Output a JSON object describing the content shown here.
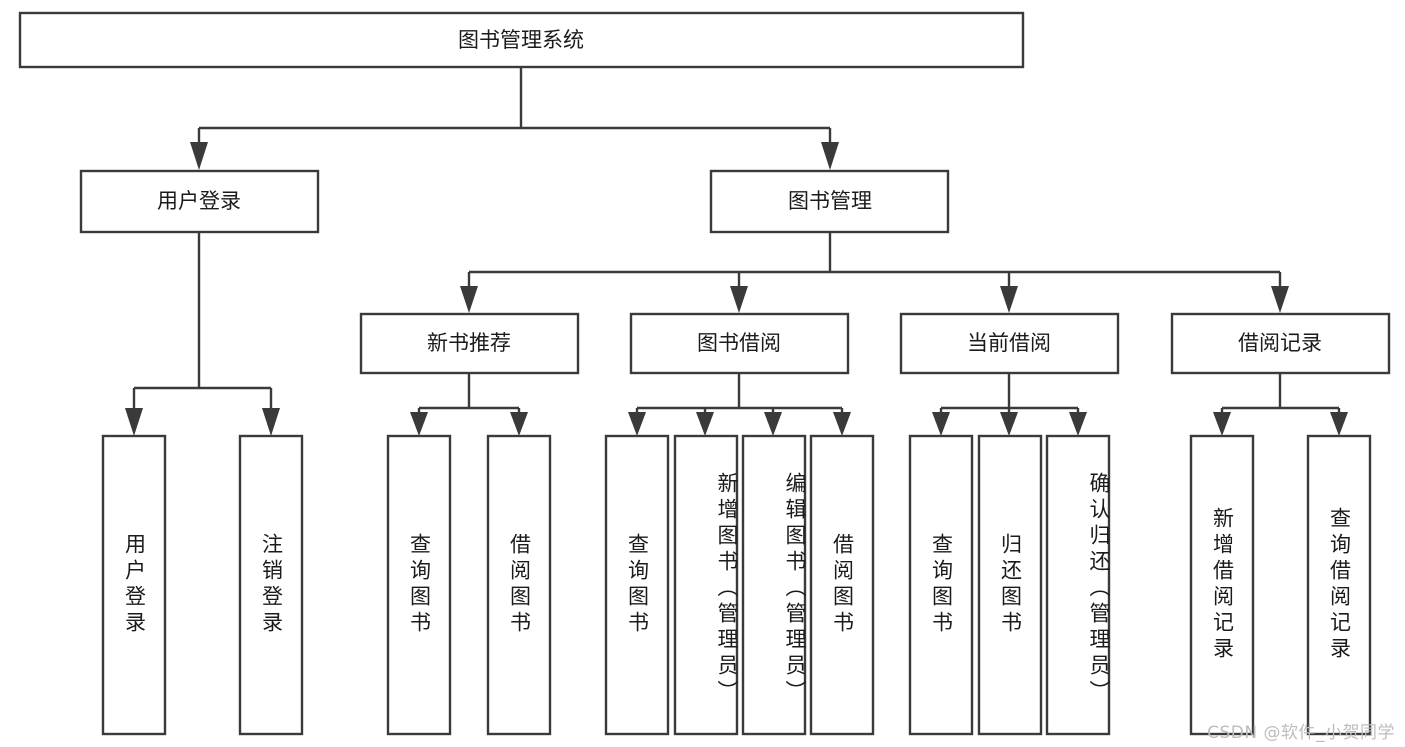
{
  "diagram": {
    "title": "图书管理系统",
    "type": "hierarchy-tree",
    "colors": {
      "box_stroke": "#3a3a3a",
      "box_fill": "#ffffff",
      "text": "#1b1b1b",
      "background": "#ffffff",
      "watermark": "#bdbdbd"
    },
    "root": {
      "label": "图书管理系统"
    },
    "level2": [
      {
        "label": "用户登录"
      },
      {
        "label": "图书管理"
      }
    ],
    "level3": [
      {
        "label": "新书推荐"
      },
      {
        "label": "图书借阅"
      },
      {
        "label": "当前借阅"
      },
      {
        "label": "借阅记录"
      }
    ],
    "leaves": {
      "user_login": [
        {
          "label": "用户登录"
        },
        {
          "label": "注销登录"
        }
      ],
      "new_book_recommend": [
        {
          "label": "查询图书"
        },
        {
          "label": "借阅图书"
        }
      ],
      "book_borrow": [
        {
          "label": "查询图书"
        },
        {
          "label": "新增图书（管理员）"
        },
        {
          "label": "编辑图书（管理员）"
        },
        {
          "label": "借阅图书"
        }
      ],
      "current_borrow": [
        {
          "label": "查询图书"
        },
        {
          "label": "归还图书"
        },
        {
          "label": "确认归还（管理员）"
        }
      ],
      "borrow_record": [
        {
          "label": "新增借阅记录"
        },
        {
          "label": "查询借阅记录"
        }
      ]
    }
  },
  "watermark": {
    "text": "CSDN @软件_小贺同学"
  }
}
